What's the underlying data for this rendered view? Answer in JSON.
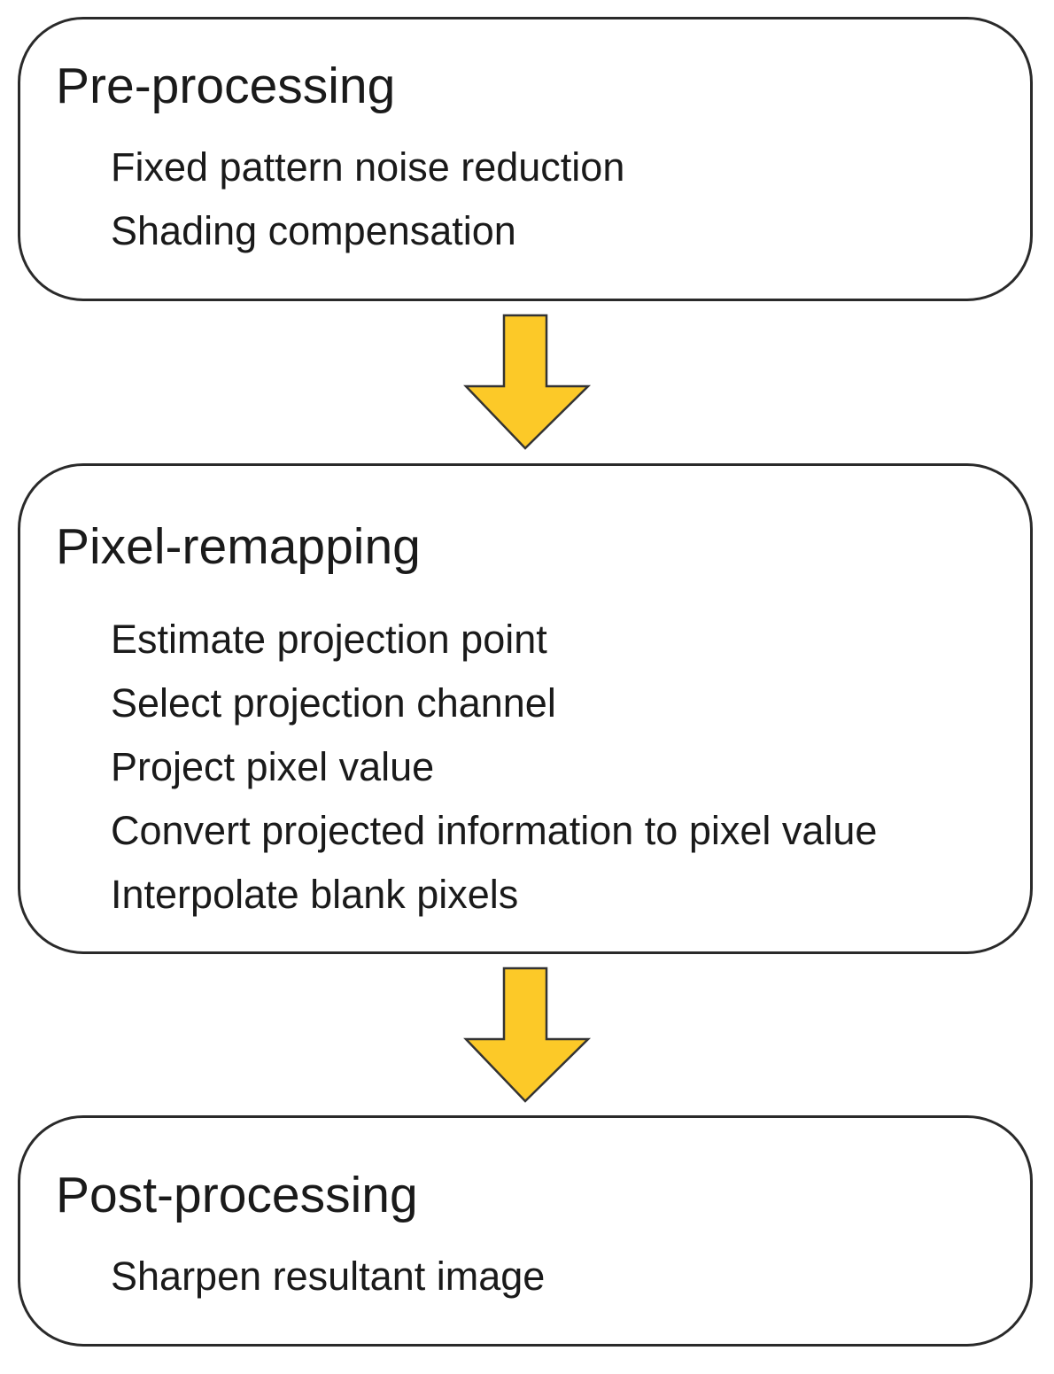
{
  "colors": {
    "arrow_fill": "#FCC928",
    "arrow_stroke": "#333333",
    "box_border": "#2a2a2a",
    "text": "#1a1a1a"
  },
  "stages": [
    {
      "title": "Pre-processing",
      "steps": [
        "Fixed pattern noise reduction",
        "Shading compensation"
      ]
    },
    {
      "title": "Pixel-remapping",
      "steps": [
        "Estimate projection point",
        "Select projection channel",
        "Project pixel value",
        "Convert projected information to pixel value",
        "Interpolate blank pixels"
      ]
    },
    {
      "title": "Post-processing",
      "steps": [
        "Sharpen resultant image"
      ]
    }
  ]
}
